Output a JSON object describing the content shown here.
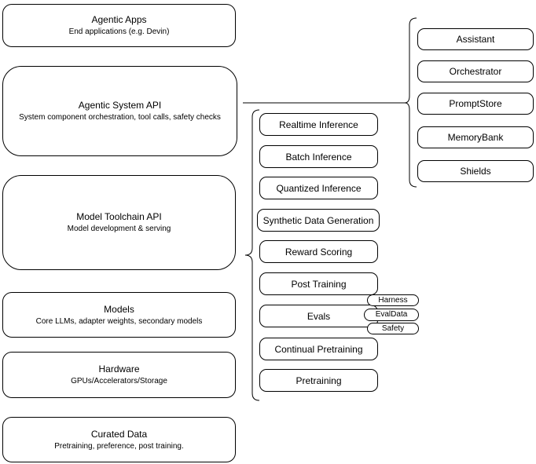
{
  "left_column": {
    "boxes": [
      {
        "title": "Agentic Apps",
        "subtitle": "End applications (e.g. Devin)"
      },
      {
        "title": "Agentic System API",
        "subtitle": "System component orchestration, tool calls, safety checks"
      },
      {
        "title": "Model Toolchain API",
        "subtitle": "Model development & serving"
      },
      {
        "title": "Models",
        "subtitle": "Core LLMs, adapter weights, secondary models"
      },
      {
        "title": "Hardware",
        "subtitle": "GPUs/Accelerators/Storage"
      },
      {
        "title": "Curated Data",
        "subtitle": "Pretraining, preference, post training."
      }
    ]
  },
  "toolchain_items": [
    "Realtime Inference",
    "Batch Inference",
    "Quantized Inference",
    "Synthetic Data Generation",
    "Reward Scoring",
    "Post Training",
    "Evals",
    "Continual Pretraining",
    "Pretraining"
  ],
  "eval_tags": [
    "Harness",
    "EvalData",
    "Safety"
  ],
  "system_components": [
    "Assistant",
    "Orchestrator",
    "PromptStore",
    "MemoryBank",
    "Shields"
  ],
  "colors": {
    "stroke": "#000000",
    "fill": "#ffffff",
    "text": "#000000",
    "background": "#ffffff"
  }
}
